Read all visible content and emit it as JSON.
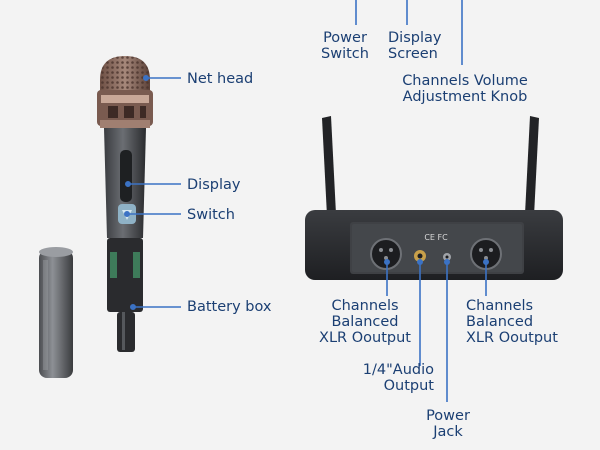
{
  "colors": {
    "background": "#f3f3f3",
    "label_text": "#1b3f73",
    "leader_line": "#3b72c4",
    "device_body": "#2b2d30",
    "mic_grille": "#8a6a5c"
  },
  "labels": {
    "net_head": "Net head",
    "display": "Display",
    "switch": "Switch",
    "battery_box": "Battery box",
    "power_switch": [
      "Power",
      "Switch"
    ],
    "display_screen": [
      "Display",
      "Screen"
    ],
    "volume_knob": [
      "Channels Volume",
      "Adjustment Knob"
    ],
    "xlr_left": [
      "Channels",
      "Balanced",
      "XLR Ooutput"
    ],
    "xlr_right": [
      "Channels",
      "Balanced",
      "XLR Ooutput"
    ],
    "audio_output": [
      "1/4\"Audio",
      "Output"
    ],
    "power_jack": [
      "Power",
      "Jack"
    ]
  },
  "receiver_front": {
    "marks": "CE FC"
  }
}
